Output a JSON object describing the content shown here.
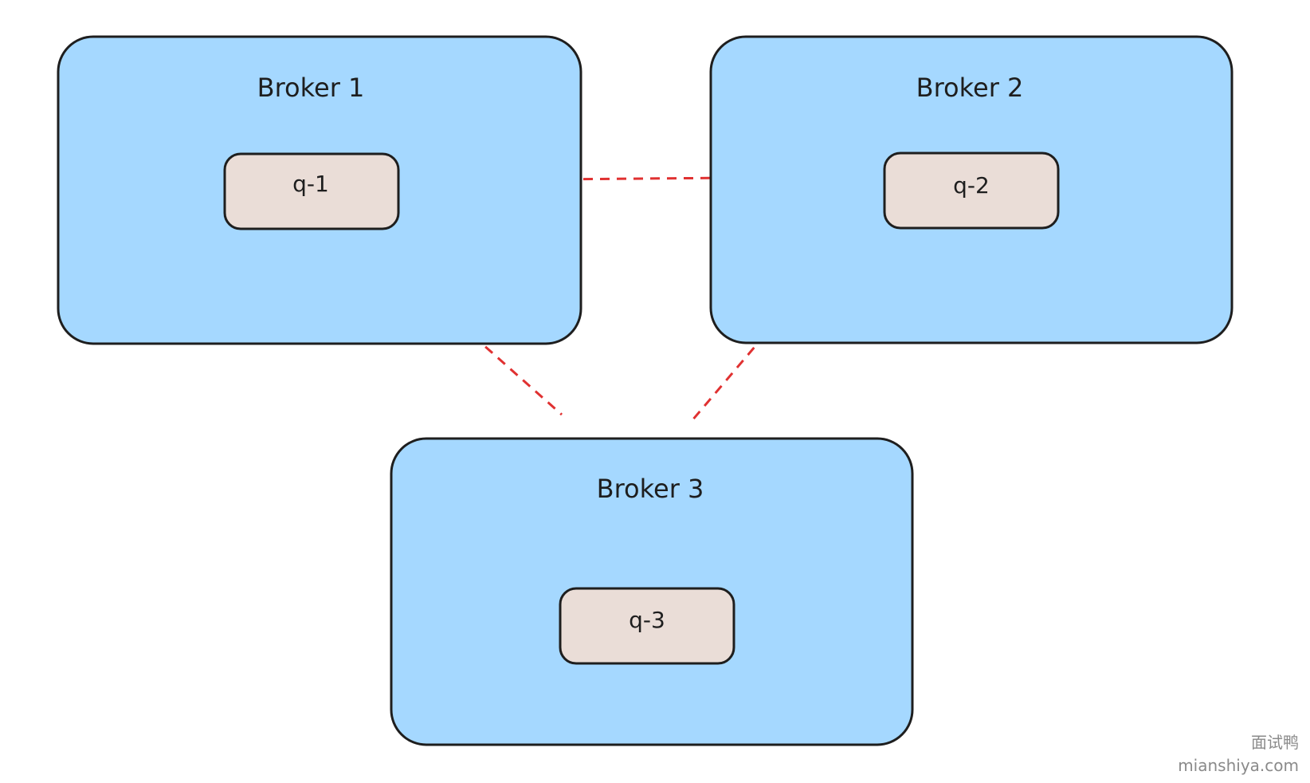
{
  "brokers": [
    {
      "title": "Broker 1",
      "queue": "q-1"
    },
    {
      "title": "Broker 2",
      "queue": "q-2"
    },
    {
      "title": "Broker 3",
      "queue": "q-3"
    }
  ],
  "links": [
    {
      "from": "Broker 1",
      "to": "Broker 2",
      "style": "dashed"
    },
    {
      "from": "Broker 1",
      "to": "Broker 3",
      "style": "dashed"
    },
    {
      "from": "Broker 2",
      "to": "Broker 3",
      "style": "dashed"
    }
  ],
  "colors": {
    "broker_fill": "#a5d8ff",
    "queue_fill": "#eaddd7",
    "link": "#e03131",
    "stroke": "#1e1e1e"
  },
  "watermark": {
    "cn": "面试鸭",
    "url": "mianshiya.com"
  }
}
